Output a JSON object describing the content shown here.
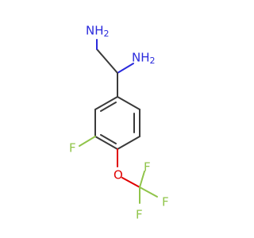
{
  "molecule": {
    "atoms": {
      "amine_top": "NH2",
      "amine_side": "NH2",
      "fluorine_ring": "F",
      "oxygen": "O",
      "fluorine_1": "F",
      "fluorine_2": "F",
      "fluorine_3": "F"
    },
    "colors": {
      "nitrogen": "#2a2adc",
      "oxygen": "#e00000",
      "fluorine": "#90c44a",
      "bond": "#3a3a3a"
    }
  }
}
